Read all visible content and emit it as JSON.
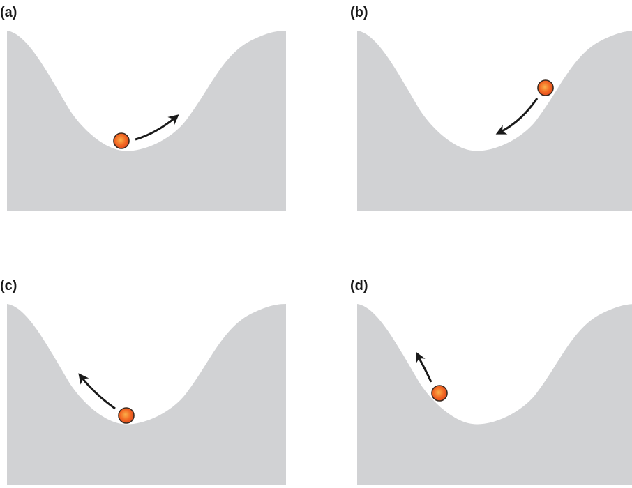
{
  "colors": {
    "landscape": "#d1d2d4",
    "ball_outer": "#e0451c",
    "ball_inner": "#f9a03c",
    "ball_outline": "#3a2a20",
    "arrow": "#1a1a1a"
  },
  "panels": [
    {
      "label": "(a)"
    },
    {
      "label": "(b)"
    },
    {
      "label": "(c)"
    },
    {
      "label": "(d)"
    }
  ]
}
